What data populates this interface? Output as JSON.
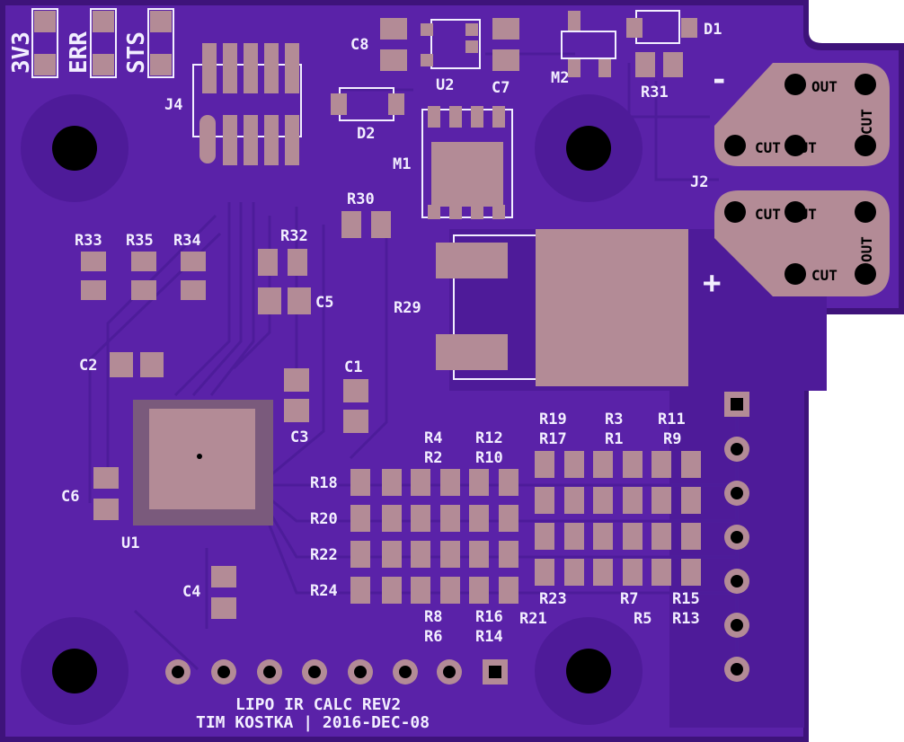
{
  "board": {
    "colors": {
      "soldermask": "#5a22a8",
      "board_edge": "#3e137a",
      "copper_pad": "#b38b96",
      "silkscreen": "#f2eeff",
      "drill": "#000000"
    },
    "title": "LIPO IR CALC REV2",
    "credit": "TIM KOSTKA | 2016-DEC-08",
    "led_labels": [
      "3V3",
      "ERR",
      "STS"
    ],
    "polarity": {
      "negative": "-",
      "positive": "+"
    },
    "pad_labels": {
      "out": "OUT",
      "cut": "CUT"
    },
    "designators": {
      "J4": "J4",
      "D2": "D2",
      "C8": "C8",
      "U2": "U2",
      "C7": "C7",
      "M2": "M2",
      "D1": "D1",
      "R31": "R31",
      "J2": "J2",
      "M1": "M1",
      "R30": "R30",
      "R32": "R32",
      "C5": "C5",
      "R29": "R29",
      "R33": "R33",
      "R35": "R35",
      "R34": "R34",
      "C2": "C2",
      "C1": "C1",
      "C3": "C3",
      "C6": "C6",
      "U1": "U1",
      "C4": "C4",
      "R4": "R4",
      "R2": "R2",
      "R12": "R12",
      "R10": "R10",
      "R19": "R19",
      "R17": "R17",
      "R3": "R3",
      "R1": "R1",
      "R11": "R11",
      "R9": "R9",
      "R18": "R18",
      "R20": "R20",
      "R22": "R22",
      "R24": "R24",
      "R8": "R8",
      "R6": "R6",
      "R16": "R16",
      "R14": "R14",
      "R23": "R23",
      "R21": "R21",
      "R7": "R7",
      "R5": "R5",
      "R15": "R15",
      "R13": "R13"
    }
  }
}
